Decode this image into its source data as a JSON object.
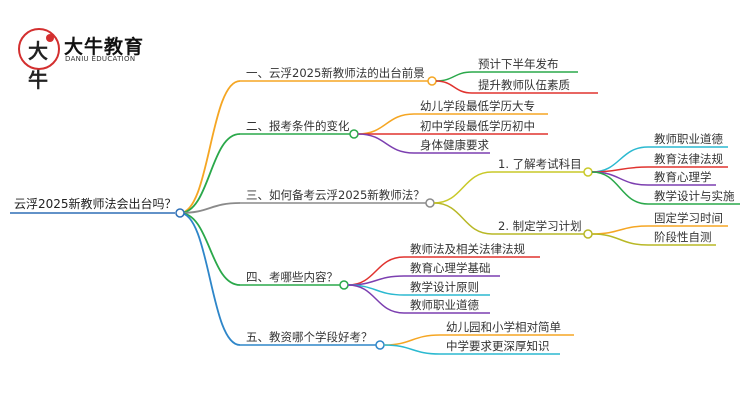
{
  "brand": {
    "name": "大牛教育",
    "subtitle": "DANIU EDUCATION",
    "mark": "大牛"
  },
  "colors": {
    "root": "#2e6fb6",
    "branch1": "#f5a623",
    "branch2": "#2aa84a",
    "branch3": "#8a8a8a",
    "branch3a": "#c9c928",
    "branch3b": "#b8b826",
    "branch4": "#2aa84a",
    "branch5": "#2e86c9",
    "red": "#e0332f",
    "purple": "#7c3fb0",
    "cyan": "#2bb9d0",
    "orange": "#f5a623",
    "green": "#2aa84a"
  },
  "mindmap": {
    "root": "云浮2025新教师法会出台吗？",
    "branches": [
      {
        "label": "一、云浮2025新教师法的出台前景",
        "children": [
          "预计下半年发布",
          "提升教师队伍素质"
        ]
      },
      {
        "label": "二、报考条件的变化",
        "children": [
          "幼儿学段最低学历大专",
          "初中学段最低学历初中",
          "身体健康要求"
        ]
      },
      {
        "label": "三、如何备考云浮2025新教师法？",
        "children": [
          {
            "label": "1. 了解考试科目",
            "children": [
              "教师职业道德",
              "教育法律法规",
              "教育心理学",
              "教学设计与实施"
            ]
          },
          {
            "label": "2. 制定学习计划",
            "children": [
              "固定学习时间",
              "阶段性自测"
            ]
          }
        ]
      },
      {
        "label": "四、考哪些内容？",
        "children": [
          "教师法及相关法律法规",
          "教育心理学基础",
          "教学设计原则",
          "教师职业道德"
        ]
      },
      {
        "label": "五、教资哪个学段好考？",
        "children": [
          "幼儿园和小学相对简单",
          "中学要求更深厚知识"
        ]
      }
    ]
  }
}
